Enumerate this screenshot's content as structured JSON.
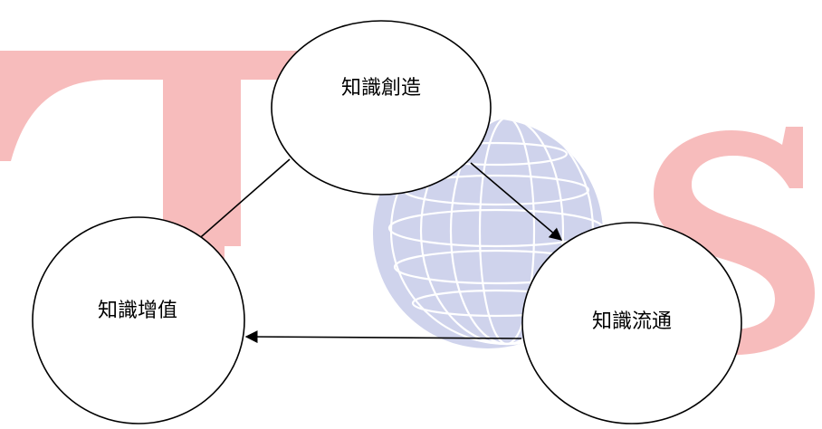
{
  "diagram": {
    "nodes": [
      {
        "id": "create",
        "label": "知識創造"
      },
      {
        "id": "value",
        "label": "知識增值"
      },
      {
        "id": "flow",
        "label": "知識流通"
      }
    ],
    "edges": [
      {
        "from": "create",
        "to": "value"
      },
      {
        "from": "create",
        "to": "flow"
      },
      {
        "from": "flow",
        "to": "value"
      }
    ]
  },
  "watermark": {
    "text": "TOS",
    "letter_color": "#f7bcbc",
    "globe_color": "#cfd3ec",
    "globe_line_color": "#ffffff"
  },
  "colors": {
    "stroke": "#000000",
    "fill": "#ffffff"
  }
}
